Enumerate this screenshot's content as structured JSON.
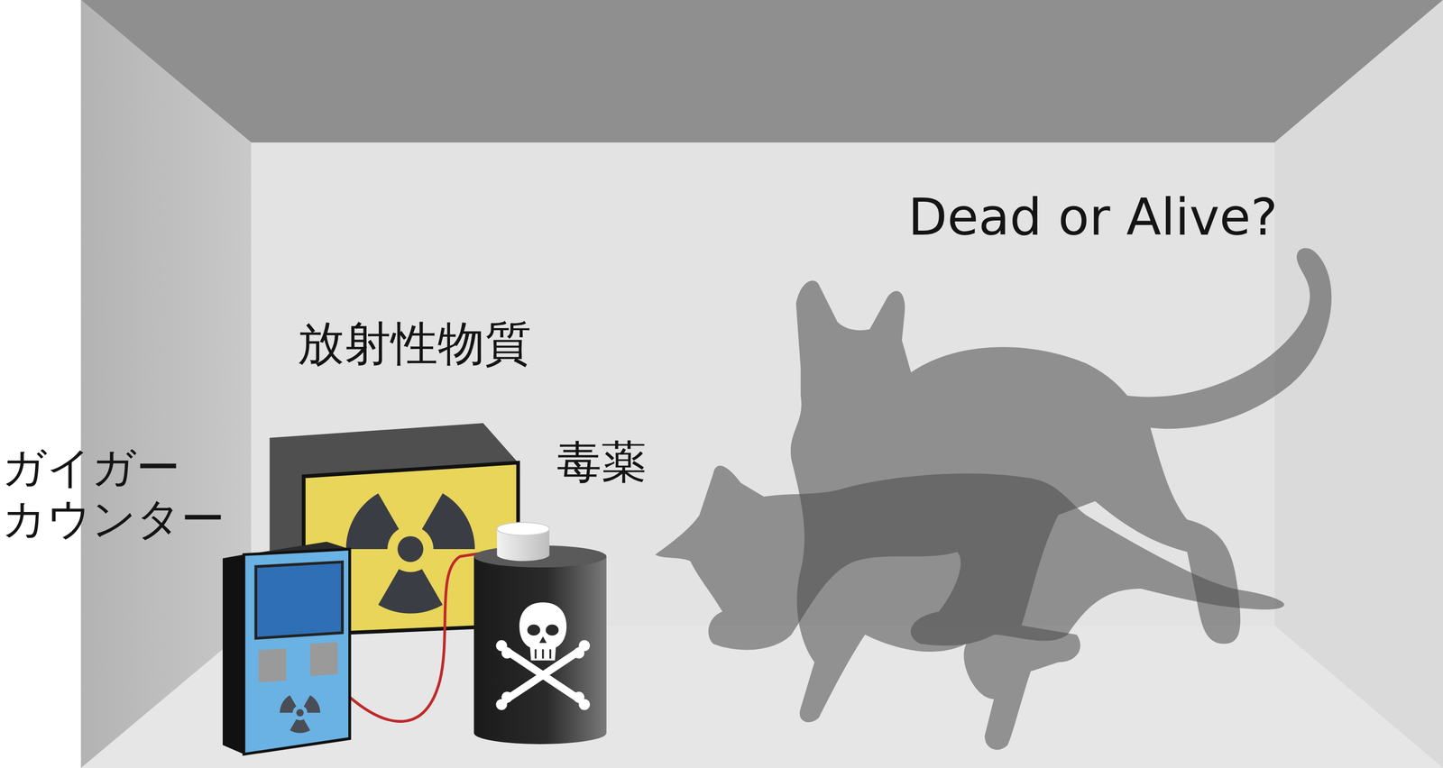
{
  "diagram": {
    "labels": [
      "Dead or Alive?",
      "放射性物質",
      "毒薬",
      "ガイガー カウンター"
    ]
  }
}
